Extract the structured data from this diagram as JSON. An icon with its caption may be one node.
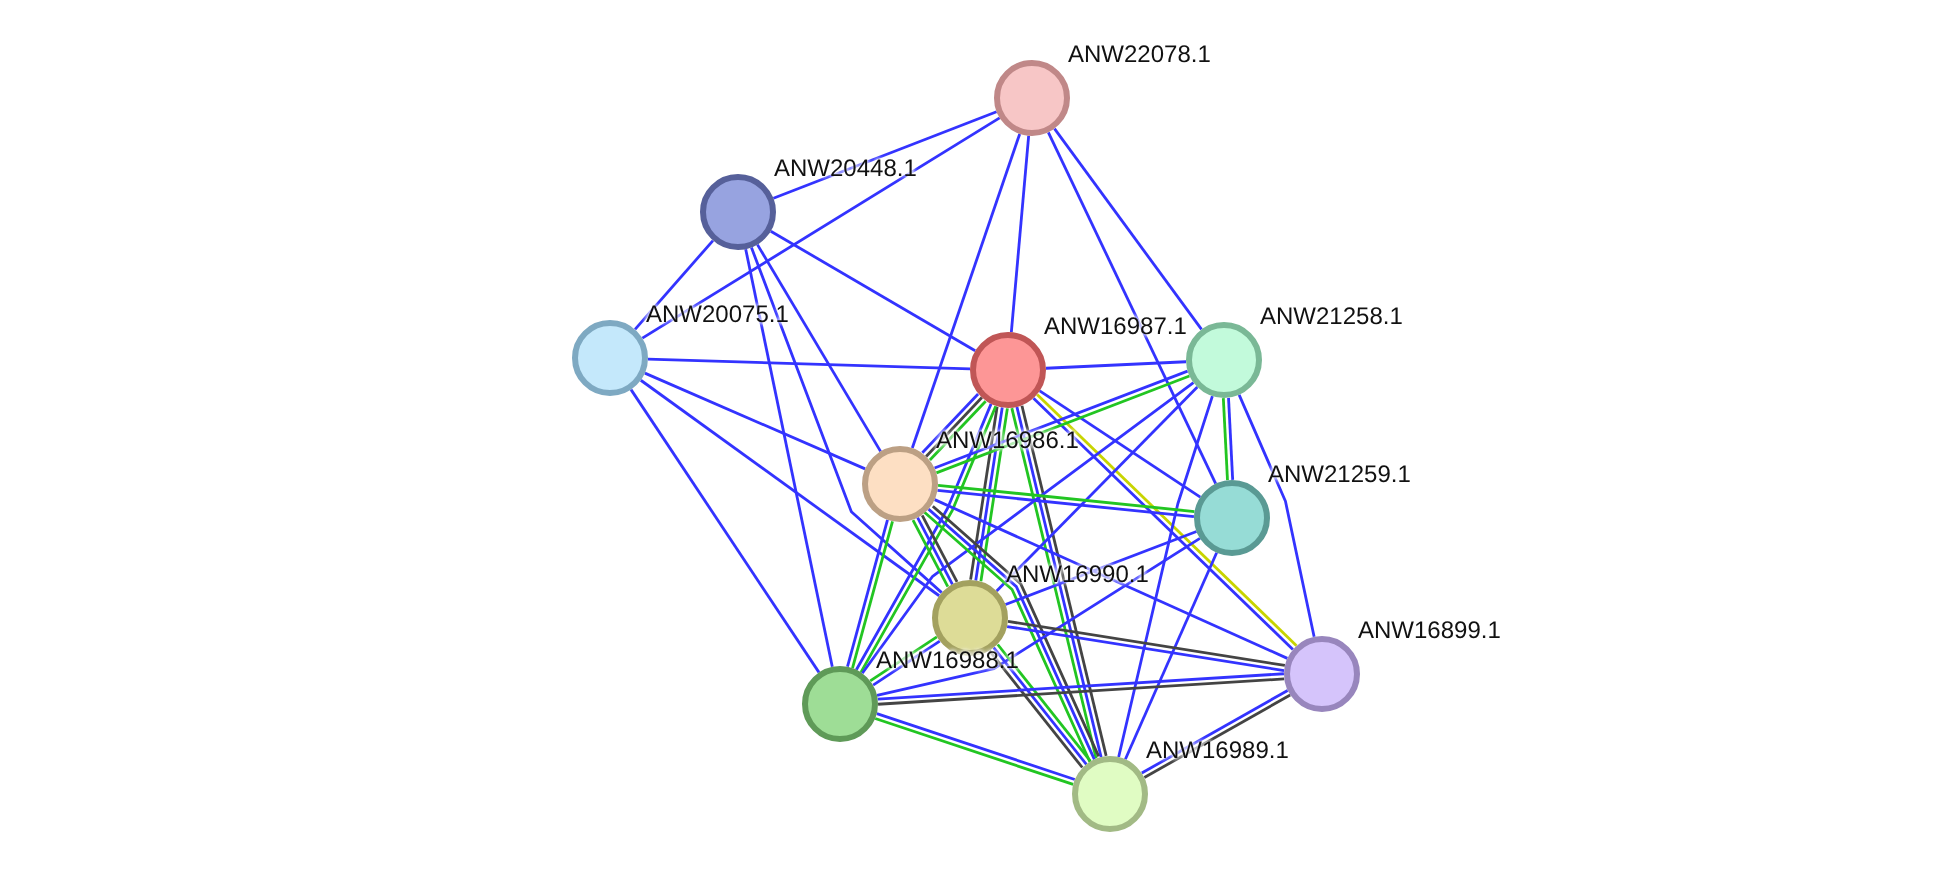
{
  "diagram": {
    "nodes": [
      {
        "text": [
          "ANW22078.1"
        ]
      },
      {
        "text": [
          "ANW20448.1"
        ]
      },
      {
        "text": [
          "ANW20075.1"
        ]
      },
      {
        "text": [
          "ANW16987.1"
        ]
      },
      {
        "text": [
          "ANW21258.1"
        ]
      },
      {
        "text": [
          "ANW16986.1"
        ]
      },
      {
        "text": [
          "ANW21259.1"
        ]
      },
      {
        "text": [
          "ANW16990.1"
        ]
      },
      {
        "text": [
          "ANW16899.1"
        ]
      },
      {
        "text": [
          "ANW16988.1"
        ]
      },
      {
        "text": [
          "ANW16989.1"
        ]
      }
    ],
    "edges": [
      {
        "from": 0,
        "to": 1,
        "arrow": "none"
      },
      {
        "from": 0,
        "to": 2,
        "arrow": "none"
      },
      {
        "from": 0,
        "to": 3,
        "arrow": "none"
      },
      {
        "from": 0,
        "to": 4,
        "arrow": "none"
      },
      {
        "from": 0,
        "to": 5,
        "arrow": "none"
      },
      {
        "from": 0,
        "to": 6,
        "arrow": "none"
      },
      {
        "from": 1,
        "to": 2,
        "arrow": "none"
      },
      {
        "from": 1,
        "to": 3,
        "arrow": "none"
      },
      {
        "from": 1,
        "to": 9,
        "arrow": "none"
      },
      {
        "from": 1,
        "to": 5,
        "arrow": "none"
      },
      {
        "from": 1,
        "to": 7,
        "arrow": "none"
      },
      {
        "from": 2,
        "to": 3,
        "arrow": "none"
      },
      {
        "from": 2,
        "to": 5,
        "arrow": "none"
      },
      {
        "from": 2,
        "to": 7,
        "arrow": "none"
      },
      {
        "from": 2,
        "to": 9,
        "arrow": "none"
      },
      {
        "from": 3,
        "to": 4,
        "arrow": "none"
      },
      {
        "from": 3,
        "to": 5,
        "arrow": "none",
        "color": "#22c522"
      },
      {
        "from": 3,
        "to": 5,
        "arrow": "none",
        "color": "#444444"
      },
      {
        "from": 3,
        "to": 5,
        "arrow": "none"
      },
      {
        "from": 3,
        "to": 7,
        "arrow": "none",
        "color": "#22c522"
      },
      {
        "from": 3,
        "to": 7,
        "arrow": "none"
      },
      {
        "from": 3,
        "to": 7,
        "arrow": "none",
        "color": "#444444"
      },
      {
        "from": 3,
        "to": 9,
        "arrow": "none",
        "color": "#22c522"
      },
      {
        "from": 3,
        "to": 9,
        "arrow": "none"
      },
      {
        "from": 3,
        "to": 10,
        "arrow": "none",
        "color": "#444444"
      },
      {
        "from": 3,
        "to": 10,
        "arrow": "none"
      },
      {
        "from": 3,
        "to": 10,
        "arrow": "none",
        "color": "#22c522"
      },
      {
        "from": 3,
        "to": 6,
        "arrow": "none"
      },
      {
        "from": 3,
        "to": 8,
        "arrow": "none",
        "color": "#c8d400"
      },
      {
        "from": 3,
        "to": 8,
        "arrow": "none"
      },
      {
        "from": 4,
        "to": 5,
        "arrow": "none",
        "color": "#22c522"
      },
      {
        "from": 4,
        "to": 5,
        "arrow": "none"
      },
      {
        "from": 4,
        "to": 6,
        "arrow": "none"
      },
      {
        "from": 4,
        "to": 6,
        "arrow": "none",
        "color": "#22c522"
      },
      {
        "from": 4,
        "to": 7,
        "arrow": "none"
      },
      {
        "from": 4,
        "to": 9,
        "arrow": "none"
      },
      {
        "from": 4,
        "to": 8,
        "arrow": "none"
      },
      {
        "from": 4,
        "to": 10,
        "arrow": "none"
      },
      {
        "from": 5,
        "to": 6,
        "arrow": "none",
        "color": "#22c522"
      },
      {
        "from": 5,
        "to": 6,
        "arrow": "none"
      },
      {
        "from": 5,
        "to": 7,
        "arrow": "none",
        "color": "#444444"
      },
      {
        "from": 5,
        "to": 7,
        "arrow": "none"
      },
      {
        "from": 5,
        "to": 7,
        "arrow": "none",
        "color": "#22c522"
      },
      {
        "from": 5,
        "to": 9,
        "arrow": "none",
        "color": "#22c522"
      },
      {
        "from": 5,
        "to": 9,
        "arrow": "none"
      },
      {
        "from": 5,
        "to": 10,
        "arrow": "none",
        "color": "#444444"
      },
      {
        "from": 5,
        "to": 10,
        "arrow": "none"
      },
      {
        "from": 5,
        "to": 10,
        "arrow": "none",
        "color": "#22c522"
      },
      {
        "from": 5,
        "to": 8,
        "arrow": "none"
      },
      {
        "from": 6,
        "to": 7,
        "arrow": "none"
      },
      {
        "from": 6,
        "to": 9,
        "arrow": "none"
      },
      {
        "from": 6,
        "to": 10,
        "arrow": "none"
      },
      {
        "from": 7,
        "to": 9,
        "arrow": "none"
      },
      {
        "from": 7,
        "to": 9,
        "arrow": "none",
        "color": "#22c522"
      },
      {
        "from": 7,
        "to": 10,
        "arrow": "none",
        "color": "#22c522"
      },
      {
        "from": 7,
        "to": 10,
        "arrow": "none"
      },
      {
        "from": 7,
        "to": 10,
        "arrow": "none",
        "color": "#444444"
      },
      {
        "from": 7,
        "to": 8,
        "arrow": "none",
        "color": "#444444"
      },
      {
        "from": 7,
        "to": 8,
        "arrow": "none"
      },
      {
        "from": 8,
        "to": 9,
        "arrow": "none",
        "color": "#444444"
      },
      {
        "from": 8,
        "to": 9,
        "arrow": "none"
      },
      {
        "from": 8,
        "to": 10,
        "arrow": "none",
        "color": "#444444"
      },
      {
        "from": 8,
        "to": 10,
        "arrow": "none"
      },
      {
        "from": 9,
        "to": 10,
        "arrow": "none"
      },
      {
        "from": 9,
        "to": 10,
        "arrow": "none",
        "color": "#22c522"
      }
    ]
  }
}
